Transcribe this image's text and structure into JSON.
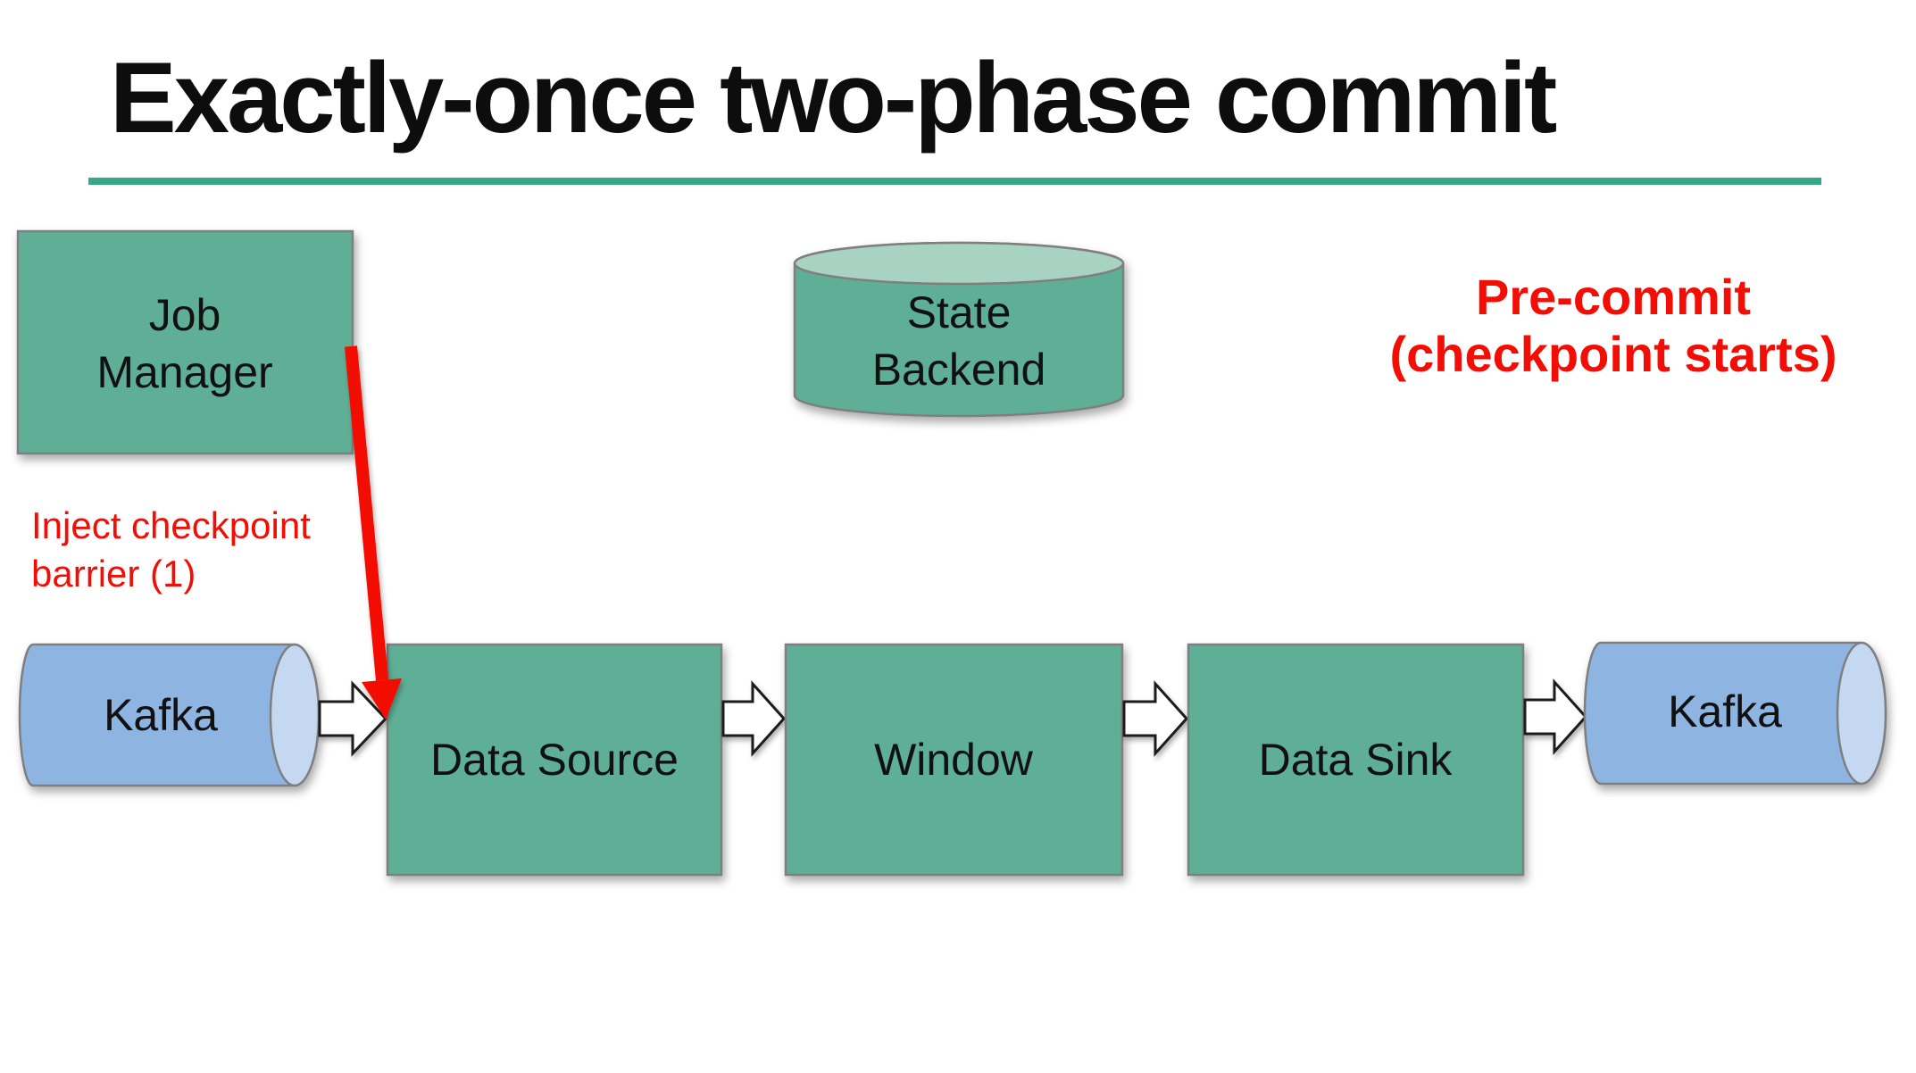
{
  "title": "Exactly-once two-phase commit",
  "colors": {
    "title_text": "#0d0d0d",
    "label_text": "#111111",
    "accent_underline": "#35A885",
    "node_green": "#5FAE96",
    "cylinder_top_green": "#A8D3C3",
    "kafka_blue": "#8EB4E2",
    "kafka_cap_blue": "#C5D8F2",
    "annotation_red": "#F20D05",
    "border_gray": "#7F7F7F",
    "arrow_white": "#ffffff"
  },
  "annotations": {
    "pre_commit": {
      "line1": "Pre-commit",
      "line2": "(checkpoint starts)"
    },
    "inject_barrier": {
      "line1": "Inject checkpoint",
      "line2": "barrier (1)"
    }
  },
  "nodes": {
    "job_manager": {
      "line1": "Job",
      "line2": "Manager"
    },
    "state_backend": {
      "line1": "State",
      "line2": "Backend"
    },
    "kafka_source": {
      "label": "Kafka"
    },
    "data_source": {
      "label": "Data Source"
    },
    "window": {
      "label": "Window"
    },
    "data_sink": {
      "label": "Data Sink"
    },
    "kafka_sink": {
      "label": "Kafka"
    }
  }
}
